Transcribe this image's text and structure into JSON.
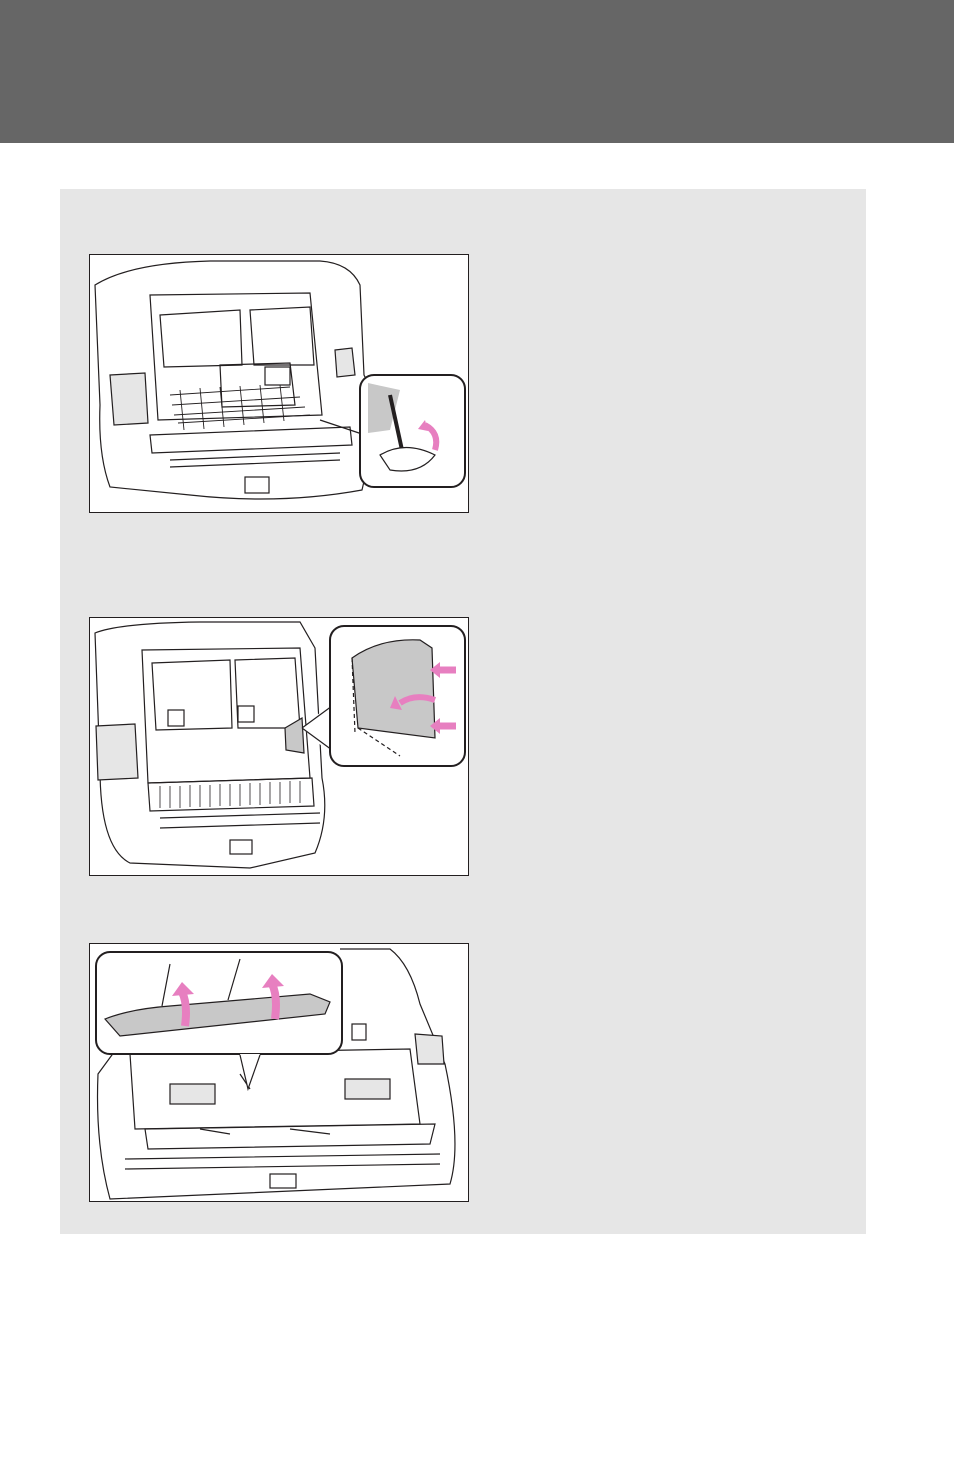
{
  "colors": {
    "header": "#666666",
    "panel": "#e6e6e6",
    "line": "#231f20",
    "arrow": "#e77fc0",
    "shade": "#c8c8c8"
  },
  "figures": [
    {
      "icon": "cargo-net-hook-illustration"
    },
    {
      "icon": "side-cover-removal-illustration"
    },
    {
      "icon": "deck-board-lift-illustration"
    }
  ]
}
